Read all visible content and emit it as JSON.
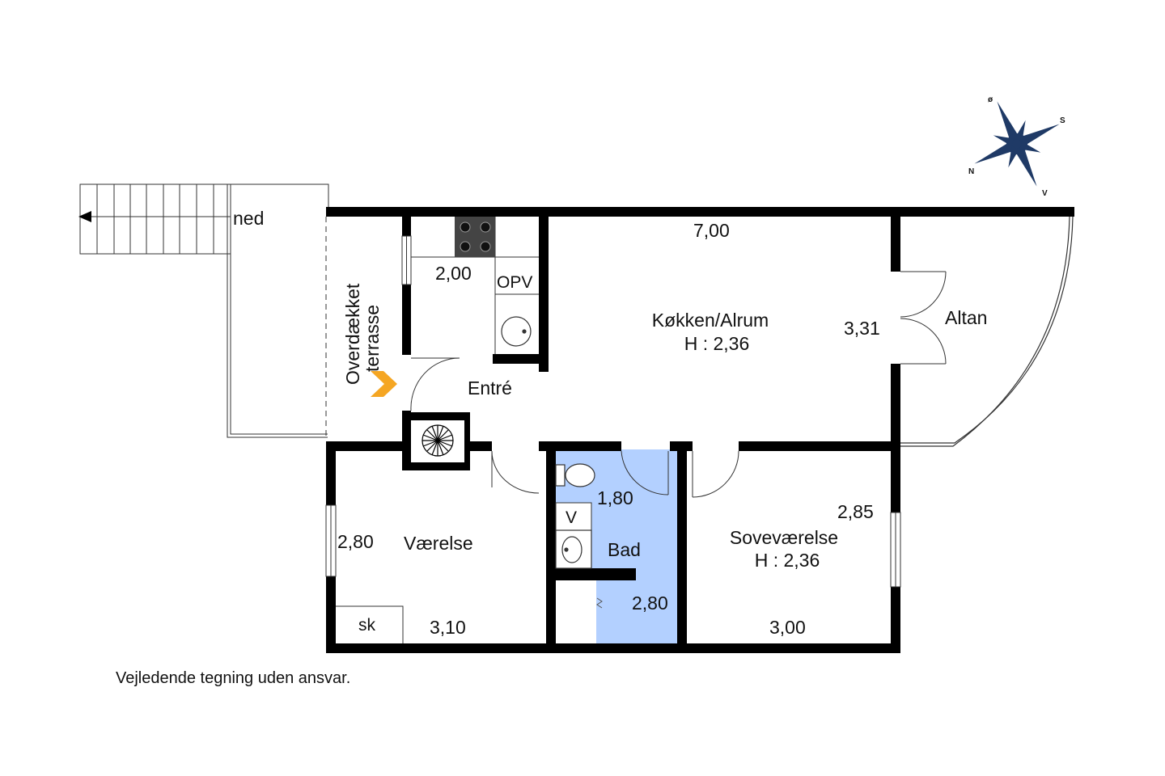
{
  "rooms": {
    "kitchen_name": "Køkken/Alrum",
    "kitchen_height": "H : 2,36",
    "entry": "Entré",
    "balcony": "Altan",
    "terrace": "Overdækket terrasse",
    "terrace_line1": "Overdækket",
    "terrace_line2": "terrasse",
    "room": "Værelse",
    "bath": "Bad",
    "bedroom_name": "Soveværelse",
    "bedroom_height": "H : 2,36"
  },
  "dimensions": {
    "kitchen_width": "7,00",
    "kitchen_depth": "3,31",
    "entry_width": "2,00",
    "bath_width": "1,80",
    "bath_depth": "2,80",
    "room_depth": "2,80",
    "room_width": "3,10",
    "bedroom_depth": "2,85",
    "bedroom_width": "3,00"
  },
  "fixtures": {
    "stairs": "ned",
    "dishwasher": "OPV",
    "washer": "V",
    "closet": "sk"
  },
  "compass": {
    "n": "N",
    "s": "S",
    "o": "ø",
    "v": "V"
  },
  "disclaimer": "Vejledende tegning uden ansvar.",
  "colors": {
    "wall": "#000000",
    "bath_fill": "#b3d0ff",
    "entry_arrow": "#f5a623",
    "compass": "#1f3a66"
  }
}
